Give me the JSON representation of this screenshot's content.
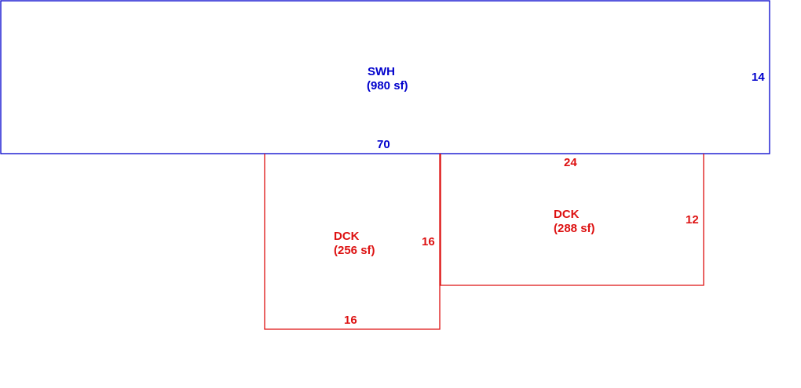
{
  "colors": {
    "main_structure": "#0000cc",
    "deck": "#dd1111",
    "background": "#ffffff"
  },
  "areas": {
    "swh": {
      "code": "SWH",
      "area_label": "(980 sf)",
      "dimensions": {
        "width": "70",
        "depth": "14"
      }
    },
    "deck_left": {
      "code": "DCK",
      "area_label": "(256 sf)",
      "dimensions": {
        "width": "16",
        "depth": "16"
      }
    },
    "deck_right": {
      "code": "DCK",
      "area_label": "(288 sf)",
      "dimensions": {
        "width": "24",
        "depth": "12"
      }
    }
  }
}
